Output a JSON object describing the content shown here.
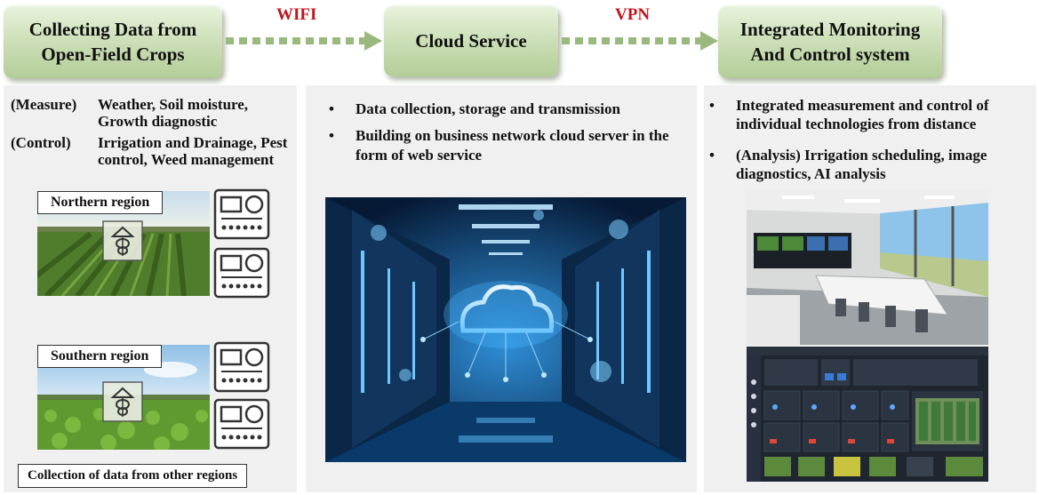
{
  "headers": {
    "collecting": "Collecting Data from Open-Field Crops",
    "cloud": "Cloud Service",
    "integrated": "Integrated Monitoring And Control system"
  },
  "connectors": {
    "wifi": "WIFI",
    "vpn": "VPN"
  },
  "left": {
    "measure_tag": "(Measure)",
    "measure_text": "Weather, Soil moisture, Growth diagnostic",
    "control_tag": "(Control)",
    "control_text": "Irrigation and Drainage, Pest control, Weed management",
    "northern": "Northern region",
    "southern": "Southern region",
    "footer": "Collection of data from other regions"
  },
  "middle": {
    "bullets": [
      "Data collection, storage and transmission",
      "Building on business network cloud server in the form of web service"
    ]
  },
  "right": {
    "bullets": [
      "Integrated measurement and control of individual technologies from distance",
      "(Analysis) Irrigation scheduling, image diagnostics, AI analysis"
    ]
  },
  "colors": {
    "header_green": "#c9ddb3",
    "connector_green": "#9ab97e",
    "label_red": "#c0161c",
    "panel_grey": "#f0f0f0"
  }
}
